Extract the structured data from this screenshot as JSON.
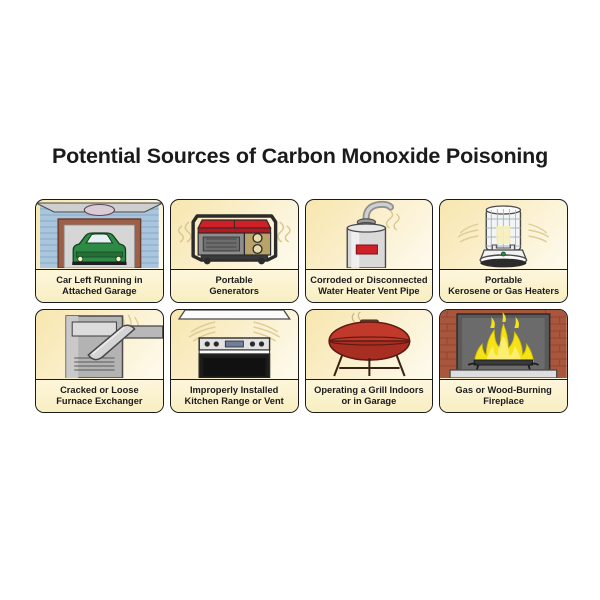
{
  "title": "Potential Sources of Carbon Monoxide Poisoning",
  "colors": {
    "page_background": "#ffffff",
    "card_border": "#1a1a1a",
    "card_fill_light": "#fffdf3",
    "card_fill_deep": "#f7e6ae",
    "caption_fill": "#fbf3d5",
    "text": "#1b1b1b",
    "car_green": "#2e8b45",
    "generator_red": "#cf2027",
    "grill_red": "#c0392b",
    "flame_yellow": "#f5e216",
    "brick_red": "#a8563c",
    "siding_blue": "#a9c6de",
    "furnace_grey": "#b3b3b3",
    "water_heater_label_red": "#cf2027"
  },
  "cards": [
    {
      "id": "car-in-garage",
      "icon": "car-in-attached-garage-icon",
      "caption_lines": [
        "Car Left Running in",
        "Attached Garage"
      ]
    },
    {
      "id": "portable-generator",
      "icon": "portable-generator-icon",
      "caption_lines": [
        "Portable",
        "Generators"
      ]
    },
    {
      "id": "water-heater-vent",
      "icon": "water-heater-vent-pipe-icon",
      "caption_lines": [
        "Corroded or Disconnected",
        "Water Heater Vent Pipe"
      ]
    },
    {
      "id": "space-heater",
      "icon": "portable-kerosene-heater-icon",
      "caption_lines": [
        "Portable",
        "Kerosene or Gas Heaters"
      ]
    },
    {
      "id": "furnace-exchanger",
      "icon": "cracked-furnace-exchanger-icon",
      "caption_lines": [
        "Cracked or Loose",
        "Furnace Exchanger"
      ]
    },
    {
      "id": "kitchen-range",
      "icon": "kitchen-range-and-vent-icon",
      "caption_lines": [
        "Improperly Installed",
        "Kitchen Range or Vent"
      ]
    },
    {
      "id": "indoor-grill",
      "icon": "charcoal-grill-icon",
      "caption_lines": [
        "Operating a Grill Indoors",
        "or in Garage"
      ]
    },
    {
      "id": "fireplace",
      "icon": "burning-fireplace-icon",
      "caption_lines": [
        "Gas or Wood-Burning",
        "Fireplace"
      ]
    }
  ]
}
